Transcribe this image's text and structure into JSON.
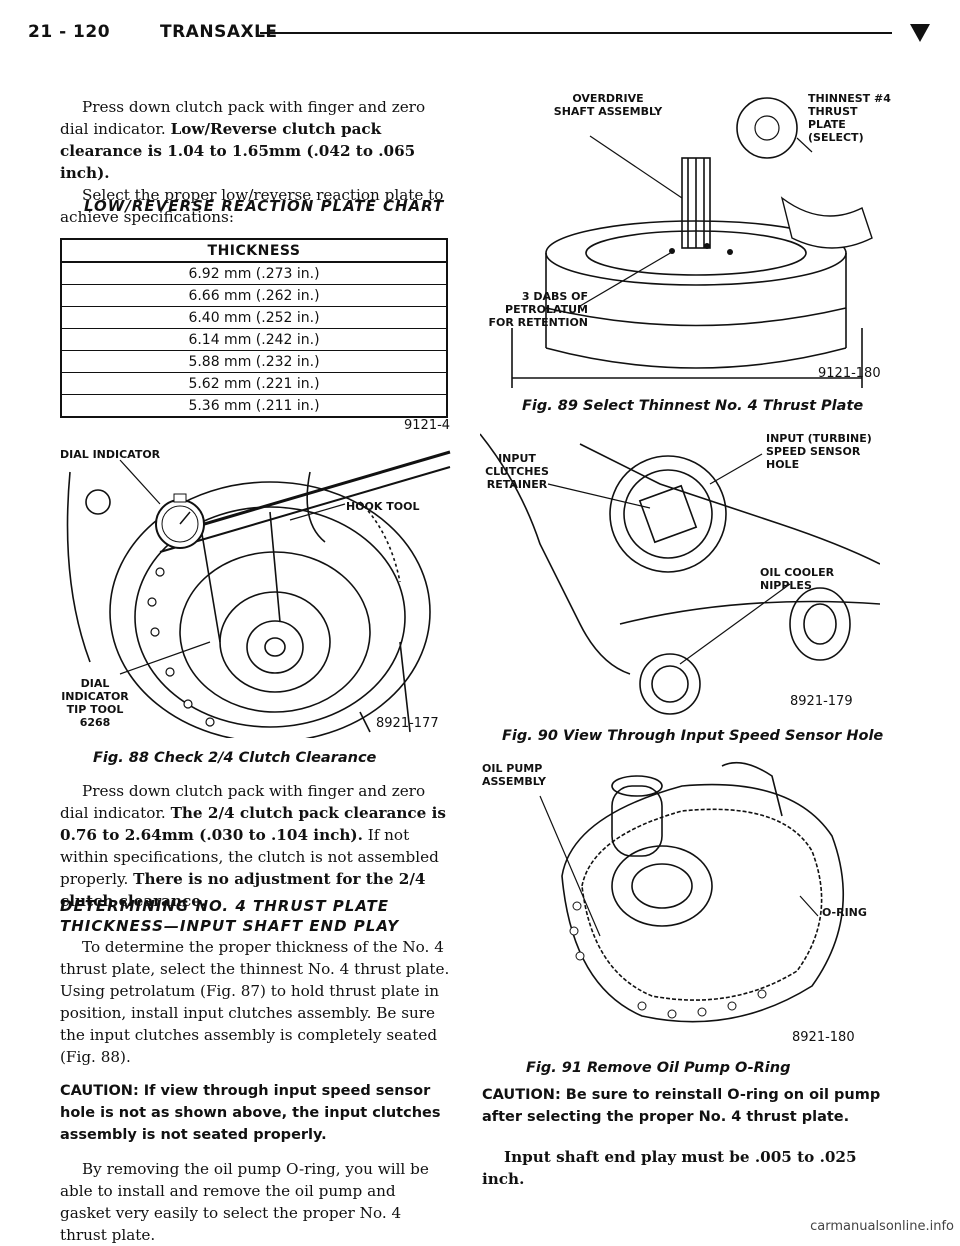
{
  "header": {
    "page_number": "21 - 120",
    "section": "TRANSAXLE"
  },
  "left": {
    "p1_start": "Press down clutch pack with finger and zero dial indicator.",
    "p1_bold": "Low/Reverse clutch pack clearance is 1.04 to 1.65mm (.042 to .065 inch).",
    "p2": "Select the proper low/reverse reaction plate to achieve specifications:",
    "chart_title": "LOW/REVERSE REACTION PLATE CHART",
    "table_header": "THICKNESS",
    "table_rows": [
      "6.92 mm (.273 in.)",
      "6.66 mm (.262 in.)",
      "6.40 mm (.252 in.)",
      "6.14 mm (.242 in.)",
      "5.88 mm (.232 in.)",
      "5.62 mm (.221 in.)",
      "5.36 mm (.211 in.)"
    ],
    "table_id": "9121-4",
    "fig88": {
      "labels": {
        "dial_indicator": "DIAL INDICATOR",
        "hook_tool": "HOOK TOOL",
        "tip_tool": "DIAL INDICATOR TIP TOOL 6268",
        "id": "8921-177"
      },
      "caption": "Fig. 88 Check 2/4 Clutch Clearance"
    },
    "p3_start": "Press down clutch pack with finger and zero dial indicator.",
    "p3_bold": "The 2/4 clutch pack clearance is 0.76 to 2.64mm (.030 to .104 inch).",
    "p3_mid": "If not within specifications, the clutch is not assembled properly.",
    "p3_bold2": "There is no adjustment for the 2/4 clutch clearance.",
    "subhead": "DETERMINING NO. 4 THRUST PLATE THICKNESS—INPUT SHAFT END PLAY",
    "p4": "To determine the proper thickness of the No. 4 thrust plate, select the thinnest No. 4 thrust plate. Using petrolatum (Fig. 87) to hold thrust plate in position, install input clutches assembly. Be sure the input clutches assembly is completely seated (Fig. 88).",
    "caution1": "CAUTION: If view through input speed sensor hole is not as shown above, the input clutches assembly is not seated properly.",
    "p5": "By removing the oil pump O-ring, you will be able to install and remove the oil pump and gasket very easily to select the proper No. 4 thrust plate."
  },
  "right": {
    "fig89": {
      "labels": {
        "shaft": "OVERDRIVE SHAFT ASSEMBLY",
        "plate": "THINNEST #4 THRUST PLATE (SELECT)",
        "dabs": "3 DABS OF PETROLATUM FOR RETENTION",
        "id": "9121-180"
      },
      "caption": "Fig. 89 Select Thinnest No. 4 Thrust Plate"
    },
    "fig90": {
      "labels": {
        "retainer": "INPUT CLUTCHES RETAINER",
        "sensor": "INPUT (TURBINE) SPEED SENSOR HOLE",
        "cooler": "OIL COOLER NIPPLES",
        "id": "8921-179"
      },
      "caption": "Fig. 90 View Through Input Speed Sensor Hole"
    },
    "fig91": {
      "labels": {
        "pump": "OIL PUMP ASSEMBLY",
        "oring": "O-RING",
        "id": "8921-180"
      },
      "caption": "Fig. 91 Remove Oil Pump O-Ring"
    },
    "caution2": "CAUTION: Be sure to reinstall O-ring on oil pump after selecting the proper No. 4 thrust plate.",
    "endplay": "Input shaft end play must be .005 to .025 inch."
  },
  "footer": "carmanualsonline.info"
}
